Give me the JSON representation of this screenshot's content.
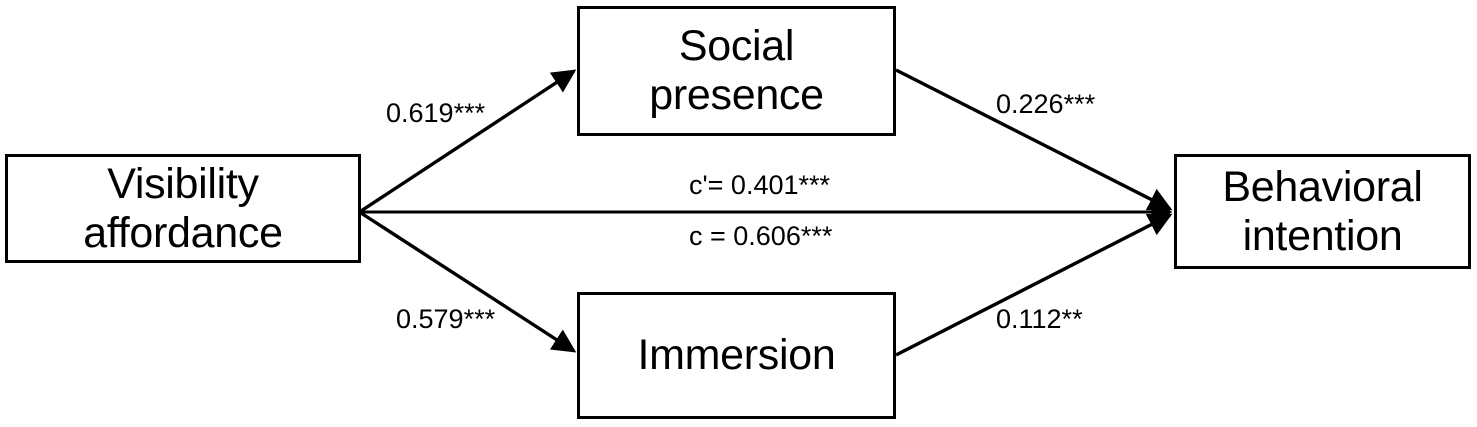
{
  "diagram": {
    "type": "mediation-path-diagram",
    "background_color": "#ffffff",
    "line_color": "#000000",
    "nodes": [
      {
        "id": "visibility-affordance",
        "label": "Visibility\naffordance"
      },
      {
        "id": "social-presence",
        "label": "Social\npresence"
      },
      {
        "id": "immersion",
        "label": "Immersion"
      },
      {
        "id": "behavioral-intention",
        "label": "Behavioral\nintention"
      }
    ],
    "edges": [
      {
        "id": "a1",
        "from": "visibility-affordance",
        "to": "social-presence",
        "label": "0.619***"
      },
      {
        "id": "b1",
        "from": "social-presence",
        "to": "behavioral-intention",
        "label": "0.226***"
      },
      {
        "id": "a2",
        "from": "visibility-affordance",
        "to": "immersion",
        "label": "0.579***"
      },
      {
        "id": "b2",
        "from": "immersion",
        "to": "behavioral-intention",
        "label": "0.112**"
      },
      {
        "id": "direct",
        "from": "visibility-affordance",
        "to": "behavioral-intention",
        "label_above": "c'= 0.401***",
        "label_below": "c = 0.606***"
      }
    ]
  },
  "chart_data": {
    "type": "diagram",
    "title": "",
    "nodes": [
      "Visibility affordance",
      "Social presence",
      "Immersion",
      "Behavioral intention"
    ],
    "paths": [
      {
        "from": "Visibility affordance",
        "to": "Social presence",
        "coefficient": 0.619,
        "significance": "***"
      },
      {
        "from": "Social presence",
        "to": "Behavioral intention",
        "coefficient": 0.226,
        "significance": "***"
      },
      {
        "from": "Visibility affordance",
        "to": "Immersion",
        "coefficient": 0.579,
        "significance": "***"
      },
      {
        "from": "Immersion",
        "to": "Behavioral intention",
        "coefficient": 0.112,
        "significance": "**"
      },
      {
        "from": "Visibility affordance",
        "to": "Behavioral intention",
        "coefficient": 0.401,
        "significance": "***",
        "effect": "direct (c')"
      },
      {
        "from": "Visibility affordance",
        "to": "Behavioral intention",
        "coefficient": 0.606,
        "significance": "***",
        "effect": "total (c)"
      }
    ]
  }
}
